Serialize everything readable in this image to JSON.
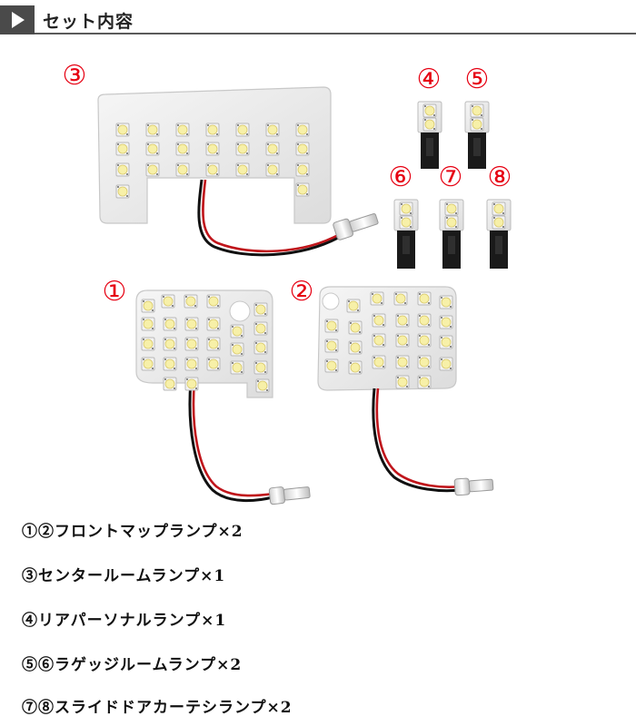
{
  "header": {
    "title": "セット内容",
    "accent_color": "#4a4a4a"
  },
  "figure_numbers": {
    "n1": "①",
    "n2": "②",
    "n3": "③",
    "n4": "④",
    "n5": "⑤",
    "n6": "⑥",
    "n7": "⑦",
    "n8": "⑧",
    "color": "#e60012"
  },
  "contents": [
    {
      "text": "①②フロントマップランプ×2"
    },
    {
      "text": "③センタールームランプ×1"
    },
    {
      "text": "④リアパーソナルランプ×1"
    },
    {
      "text": "⑤⑥ラゲッジルームランプ×2"
    },
    {
      "text": "⑦⑧スライドドアカーテシランプ×2"
    }
  ]
}
